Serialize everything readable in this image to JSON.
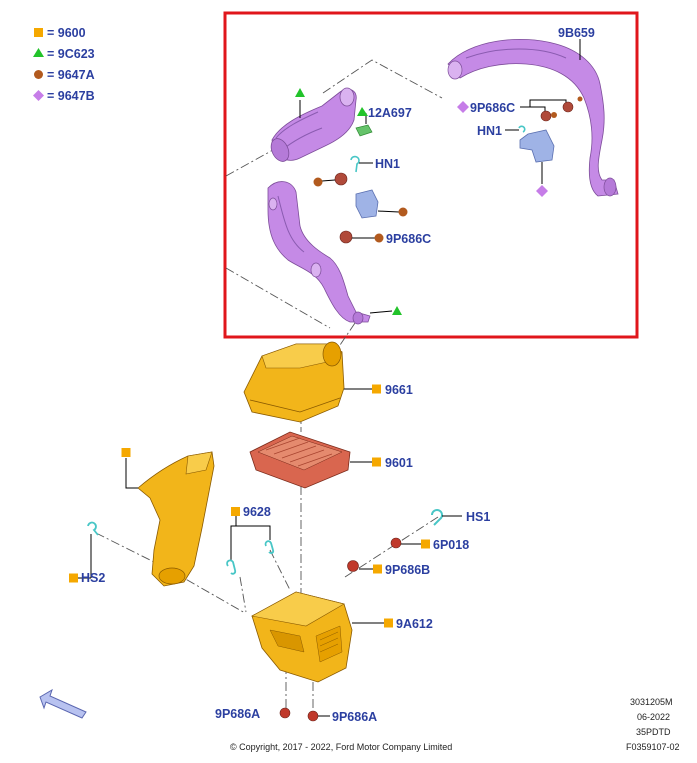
{
  "legend": [
    {
      "code": "9600",
      "shape": "square",
      "color": "#f5a800"
    },
    {
      "code": "9C623",
      "shape": "triangle",
      "color": "#22c32a"
    },
    {
      "code": "9647A",
      "shape": "circle",
      "color": "#b25a1e"
    },
    {
      "code": "9647B",
      "shape": "diamond",
      "color": "#c67de8"
    }
  ],
  "colors": {
    "highlight_box": "#e0161b",
    "label_text": "#2b3fa0",
    "hose": "#c58ae6",
    "housing": "#f2b51a",
    "filter": "#d9664f",
    "clip": "#48c6c6",
    "grommet": "#c0392b",
    "bracket": "#9fb3e6"
  },
  "labels": {
    "9B659": "9B659",
    "12A697": "12A697",
    "9P686C_right": "9P686C",
    "HN1_right": "HN1",
    "HN1_left": "HN1",
    "9P686C_left": "9P686C",
    "9661": "9661",
    "9601": "9601",
    "9628": "9628",
    "HS1": "HS1",
    "6P018": "6P018",
    "9P686B": "9P686B",
    "HS2": "HS2",
    "9A612": "9A612",
    "9P686A_left": "9P686A",
    "9P686A_right": "9P686A"
  },
  "footer": {
    "copyright": "© Copyright, 2017 - 2022, Ford Motor Company Limited",
    "code1": "3031205M",
    "date": "06-2022",
    "code2": "35PDTD",
    "code3": "F0359107-02"
  },
  "icons": {
    "orientation_arrow": "direction-arrow-icon"
  }
}
